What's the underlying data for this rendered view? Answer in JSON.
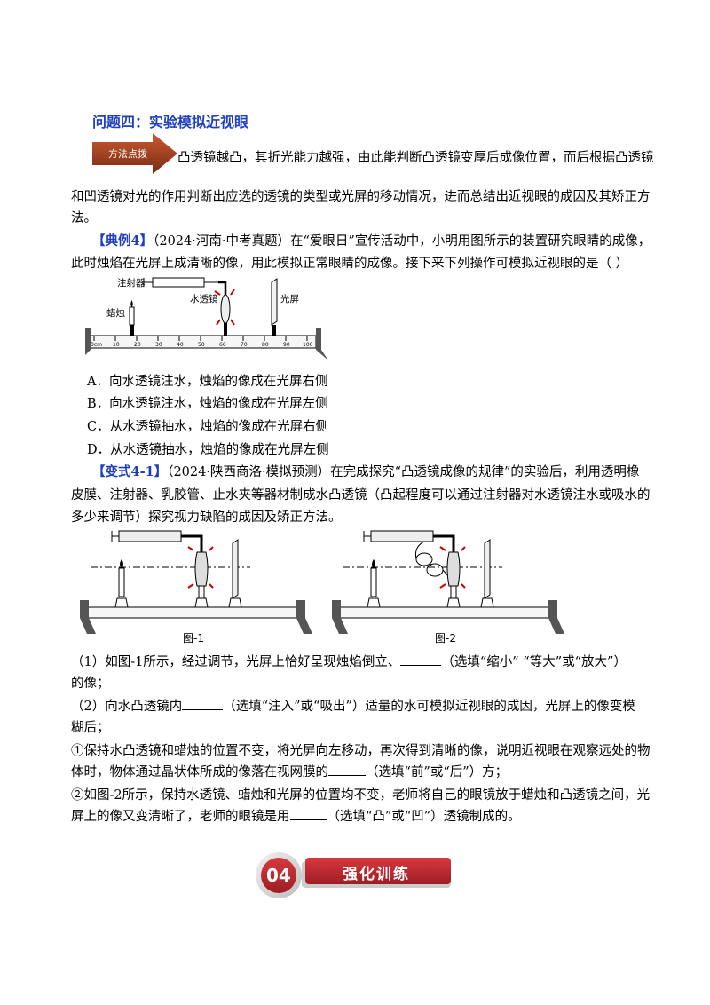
{
  "section_title": "问题四：实验模拟近视眼",
  "method_badge": "方法点拨",
  "method_text": {
    "line1": "凸透镜越凸，其折光能力越强，由此能判断凸透镜变厚后成像位置，而后根据凸透镜",
    "line2": "和凹透镜对光的作用判断出应选的透镜的类型或光屏的移动情况，进而总结出近视眼的成因及其矫正方",
    "line3": "法。"
  },
  "example4": {
    "label": "【典例4】",
    "line1": "（2024·河南·中考真题）在“爱眼日”宣传活动中，小明用图所示的装置研究眼睛的成像，",
    "line2": "此时烛焰在光屏上成清晰的像，用此模拟正常眼睛的成像。接下来下列操作可模拟近视眼的是（     ）",
    "figure": {
      "syringe": "注射器",
      "water_lens": "水透镜",
      "candle": "蜡烛",
      "screen": "光屏",
      "ruler_start": "0cm",
      "ticks": [
        "10",
        "20",
        "30",
        "40",
        "50",
        "60",
        "70",
        "80",
        "90",
        "100"
      ]
    },
    "options": [
      "A．向水透镜注水，烛焰的像成在光屏右侧",
      "B．向水透镜注水，烛焰的像成在光屏左侧",
      "C．从水透镜抽水，烛焰的像成在光屏右侧",
      "D．从水透镜抽水，烛焰的像成在光屏左侧"
    ]
  },
  "variant41": {
    "label": "【变式4-1】",
    "line1": "（2024·陕西商洛·模拟预测）在完成探究“凸透镜成像的规律”的实验后，利用透明橡",
    "line2": "皮膜、注射器、乳胶管、止水夹等器材制成水凸透镜（凸起程度可以通过注射器对水透镜注水或吸水的",
    "line3": "多少来调节）探究视力缺陷的成因及矫正方法。",
    "fig1_caption": "图-1",
    "fig2_caption": "图-2",
    "q1_a": "（1）如图-1所示，经过调节，光屏上恰好呈现烛焰倒立、",
    "q1_b": "（选填“缩小” “等大”或“放大”）",
    "q1_c": "的像；",
    "q2_a": "（2）向水凸透镜内",
    "q2_b": "（选填“注入”或“吸出”）适量的水可模拟近视眼的成因，光屏上的像变模",
    "q2_c": "糊后；",
    "q3_a": "①保持水凸透镜和蜡烛的位置不变，将光屏向左移动，再次得到清晰的像，说明近视眼在观察远处的物",
    "q3_b": "体时，物体通过晶状体所成的像落在视网膜的",
    "q3_c": "（选填“前”或“后”）方；",
    "q4_a": "②如图-2所示，保持水透镜、蜡烛和光屏的位置均不变，老师将自己的眼镜放于蜡烛和凸透镜之间，光",
    "q4_b": "屏上的像又变清晰了，老师的眼镜是用",
    "q4_c": "（选填“凸”或“凹”）透镜制成的。"
  },
  "section04": {
    "number": "04",
    "title": "强化训练"
  },
  "colors": {
    "title_blue": "#1f3fbf",
    "badge_brown": "#8b3a1e",
    "banner_red": "#b8262c"
  }
}
